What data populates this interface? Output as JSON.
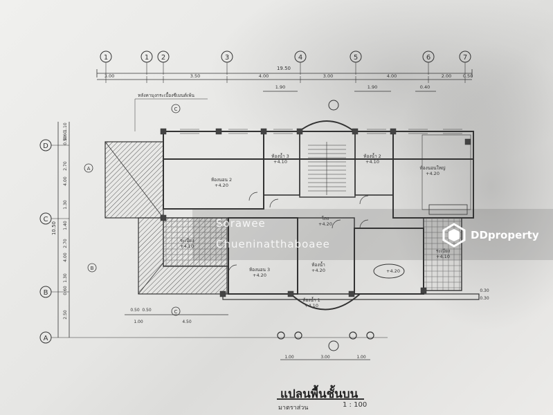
{
  "grid": {
    "columns": [
      "1",
      "1",
      "2",
      "3",
      "4",
      "5",
      "6",
      "7"
    ],
    "rows": [
      "D",
      "C",
      "B",
      "A"
    ],
    "internal": [
      "A",
      "B",
      "C"
    ]
  },
  "dimensions": {
    "top_total": "19.50",
    "top": [
      "3.00",
      "3.50",
      "4.00",
      "3.00",
      "4.00",
      "2.00"
    ],
    "top_extra": [
      "1.90",
      "1.90",
      "0.40"
    ],
    "top_end": "0.50",
    "left_total": "10.50",
    "left": [
      "1.10",
      "0.60",
      "0.50",
      "2.70",
      "4.00",
      "1.30",
      "1.40",
      "2.70",
      "4.00",
      "1.30",
      "0.60",
      "2.50"
    ],
    "bottom_left": [
      "0.50",
      "0.50",
      "1.00",
      "4.50"
    ],
    "bottom_right": [
      "1.00",
      "3.00",
      "1.00"
    ],
    "right": [
      "0.30",
      "0.30"
    ]
  },
  "rooms": [
    {
      "name": "ห้องนอน 2",
      "level": "+4.20"
    },
    {
      "name": "ห้องน้ำ 3",
      "level": "+4.10"
    },
    {
      "name": "ห้องน้ำ 2",
      "level": "+4.10"
    },
    {
      "name": "ห้องนอนใหญ่",
      "level": "+4.20"
    },
    {
      "name": "โถง",
      "level": "+4.20"
    },
    {
      "name": "ห้องนอน 3",
      "level": "+4.20"
    },
    {
      "name": "ห้องน้ำ",
      "level": "+4.20"
    },
    {
      "name": "ระเบียง",
      "level": "+4.10"
    },
    {
      "name": "ห้องน้ำ 1",
      "level": "+4.10"
    },
    {
      "name": "+4.20",
      "level": ""
    },
    {
      "name": "ระเบียง",
      "level": "+4.10"
    }
  ],
  "annotation_top": "หลังคามุงกระเบื้องซีเมนต์เพ้น",
  "watermark": {
    "line1": "Sorawee",
    "line2": "Chueninatthaboaee",
    "brand": "DDproperty"
  },
  "title": "แปลนพื้นชั้นบน",
  "scale_label": "มาตราส่วน",
  "scale_value": "1 : 100",
  "colors": {
    "ink": "#333333",
    "paper": "#ececea",
    "brand": "#ffffff"
  }
}
